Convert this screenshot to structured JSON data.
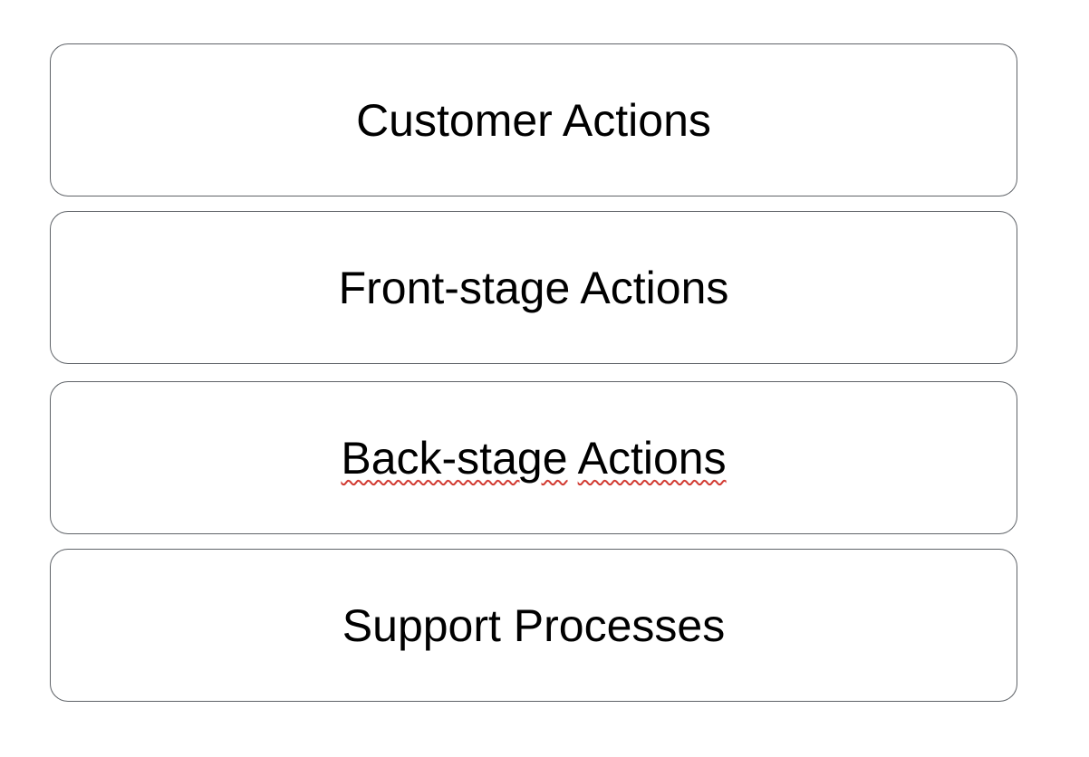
{
  "colors": {
    "background": "#ffffff",
    "lane_border": "#5f6368",
    "label_text": "#000000",
    "spellcheck_underline": "#d23b32"
  },
  "lanes": [
    {
      "label": "Customer Actions",
      "misspelled": false
    },
    {
      "label": "Front-stage Actions",
      "misspelled": false
    },
    {
      "label": "Back-stage Actions",
      "misspelled": true,
      "words": [
        "Back-stage",
        "Actions"
      ]
    },
    {
      "label": "Support Processes",
      "misspelled": false
    }
  ]
}
